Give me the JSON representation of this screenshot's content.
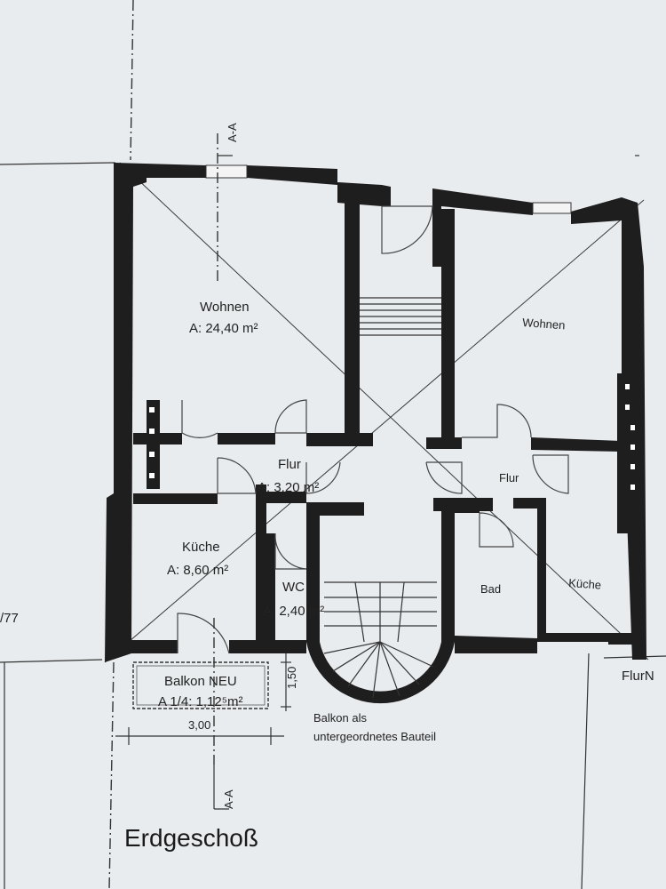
{
  "plan_title": "Erdgeschoß",
  "section_mark": "A-A",
  "rooms": {
    "left_wohnen": {
      "name": "Wohnen",
      "area": "A: 24,40 m²"
    },
    "left_flur": {
      "name": "Flur",
      "area": "A: 3,20 m²"
    },
    "left_kueche": {
      "name": "Küche",
      "area": "A: 8,60 m²"
    },
    "left_wc": {
      "name": "WC",
      "area": "A: 2,40 m²"
    },
    "right_wohnen": {
      "name": "Wohnen"
    },
    "right_flur": {
      "name": "Flur"
    },
    "right_bad": {
      "name": "Bad"
    },
    "right_kueche": {
      "name": "Küche"
    }
  },
  "balkon": {
    "name": "Balkon NEU",
    "area": "A 1/4: 1,12⁵m²",
    "depth_dim": "1,50",
    "width_dim": "3,00",
    "note_line1": "Balkon als",
    "note_line2": "untergeordnetes Bauteil"
  },
  "margin_text_left": "/77",
  "margin_text_right": "FlurN"
}
